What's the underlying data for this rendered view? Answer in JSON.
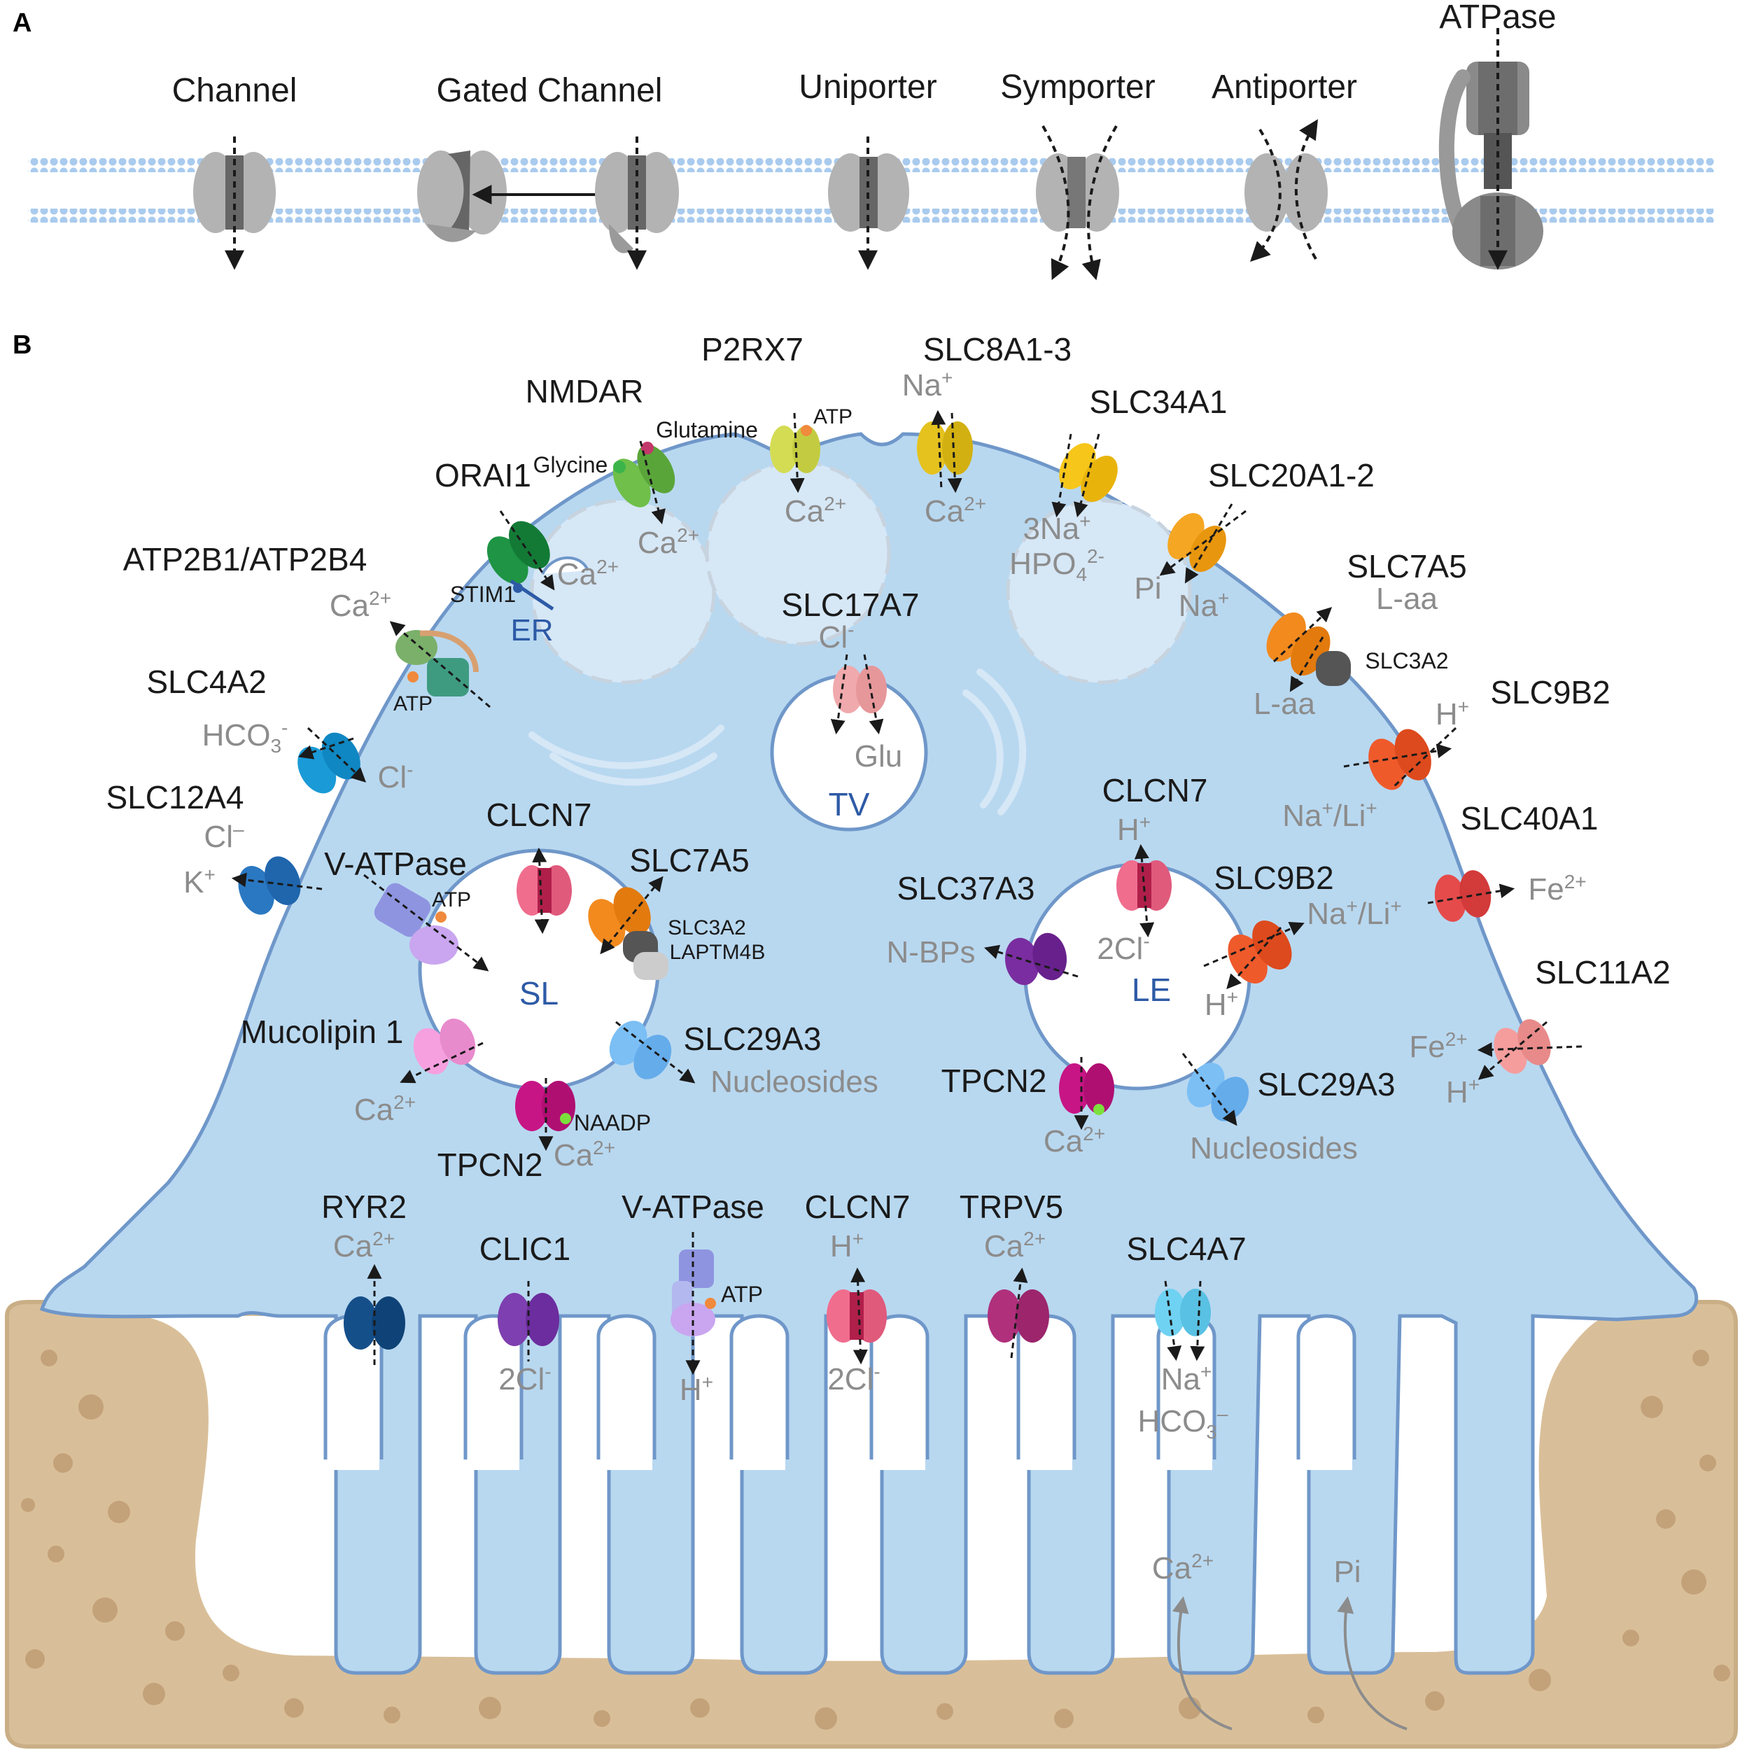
{
  "panel_a": {
    "letter": "A",
    "titles": {
      "channel": "Channel",
      "gated": "Gated Channel",
      "uniporter": "Uniporter",
      "symporter": "Symporter",
      "antiporter": "Antiporter",
      "atpase": "ATPase"
    }
  },
  "panel_b": {
    "letter": "B",
    "proteins": {
      "p2rx7": "P2RX7",
      "slc8a1": "SLC8A1-3",
      "nmdar": "NMDAR",
      "slc34a1": "SLC34A1",
      "orai1": "ORAI1",
      "slc20a1": "SLC20A1-2",
      "atp2b": "ATP2B1/ATP2B4",
      "slc17a7": "SLC17A7",
      "slc7a5_top": "SLC7A5",
      "slc3a2_top": "SLC3A2",
      "slc4a2": "SLC4A2",
      "slc9b2_top": "SLC9B2",
      "slc12a4": "SLC12A4",
      "clcn7_sl": "CLCN7",
      "clcn7_le": "CLCN7",
      "slc40a1": "SLC40A1",
      "vatpase_sl": "V-ATPase",
      "slc7a5_sl": "SLC7A5",
      "slc3a2_sl": "SLC3A2",
      "laptm4b": "LAPTM4B",
      "slc37a3": "SLC37A3",
      "slc9b2_le": "SLC9B2",
      "slc11a2": "SLC11A2",
      "mucolipin": "Mucolipin 1",
      "slc29a3_sl": "SLC29A3",
      "tpcn2_le": "TPCN2",
      "slc29a3_le": "SLC29A3",
      "tpcn2_sl": "TPCN2",
      "ryr2": "RYR2",
      "clic1": "CLIC1",
      "vatpase_bot": "V-ATPase",
      "clcn7_bot": "CLCN7",
      "trpv5": "TRPV5",
      "slc4a7": "SLC4A7",
      "stim1": "STIM1"
    },
    "ligands": {
      "glutamine": "Glutamine",
      "glycine": "Glycine",
      "atp": "ATP",
      "naadp": "NAADP"
    },
    "organelles": {
      "er": "ER",
      "tv": "TV",
      "sl": "SL",
      "le": "LE"
    }
  },
  "colors": {
    "cell_fill": "#b8d8f0",
    "cell_stroke": "#6f97c9",
    "bone_fill": "#d9bf99",
    "bone_spot": "#c3a27a",
    "membrane_dot": "#a9cbee",
    "transporter_grey": "#b3b3b3",
    "transporter_dark": "#666666"
  }
}
